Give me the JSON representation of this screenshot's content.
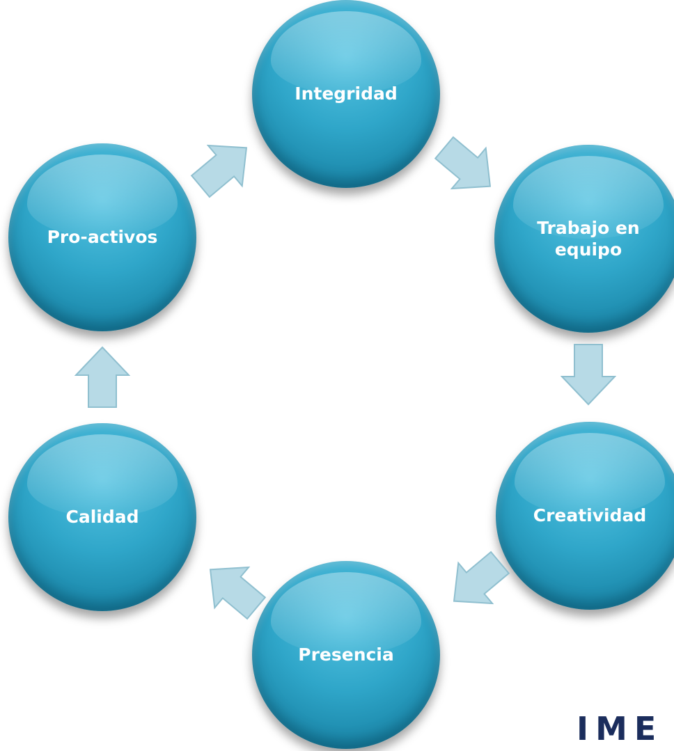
{
  "diagram": {
    "nodes": [
      {
        "id": "integridad",
        "label": "Integridad"
      },
      {
        "id": "trabajo",
        "label": "Trabajo en equipo"
      },
      {
        "id": "creatividad",
        "label": "Creatividad"
      },
      {
        "id": "presencia",
        "label": "Presencia"
      },
      {
        "id": "calidad",
        "label": "Calidad"
      },
      {
        "id": "proactivos",
        "label": "Pro-activos"
      }
    ],
    "flow_direction": "clockwise",
    "colors": {
      "node_fill": "#2fa6c9",
      "node_text": "#ffffff",
      "arrow_fill": "#b7dae6",
      "arrow_stroke": "#8fbfcf"
    }
  },
  "logo": {
    "text": "IME"
  }
}
